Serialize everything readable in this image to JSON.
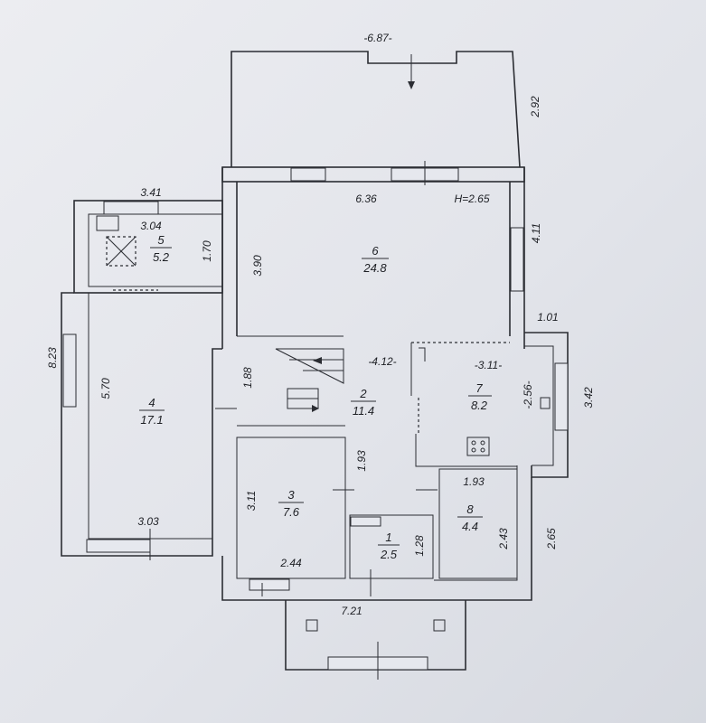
{
  "plan": {
    "rooms": [
      {
        "id": "1",
        "number": "1",
        "area": "2.5"
      },
      {
        "id": "2",
        "number": "2",
        "area": "11.4"
      },
      {
        "id": "3",
        "number": "3",
        "area": "7.6"
      },
      {
        "id": "4",
        "number": "4",
        "area": "17.1"
      },
      {
        "id": "5",
        "number": "5",
        "area": "5.2"
      },
      {
        "id": "6",
        "number": "6",
        "area": "24.8"
      },
      {
        "id": "7",
        "number": "7",
        "area": "8.2"
      },
      {
        "id": "8",
        "number": "8",
        "area": "4.4"
      }
    ],
    "dimensions": {
      "terrace_width": "-6.87-",
      "terrace_depth": "2.92",
      "room6_width": "6.36",
      "ceiling_height": "H=2.65",
      "room6_right": "4.11",
      "room6_depth": "3.90",
      "room5_outer": "3.41",
      "room5_width": "3.04",
      "room5_depth": "1.70",
      "left_total": "8.23",
      "room4_depth": "5.70",
      "room4_width": "3.03",
      "stair_width": "-4.12-",
      "stair_depth": "1.88",
      "room7_width": "-3.11-",
      "room7_depth": "-2.56-",
      "room7_offset": "1.01",
      "room7_outer": "3.42",
      "hall_depth": "1.93",
      "room8_width": "1.93",
      "room3_depth": "3.11",
      "room3_width": "2.44",
      "room1_depth": "1.28",
      "room8_depth": "2.43",
      "room8_outer": "2.65",
      "porch_width": "7.21"
    }
  }
}
